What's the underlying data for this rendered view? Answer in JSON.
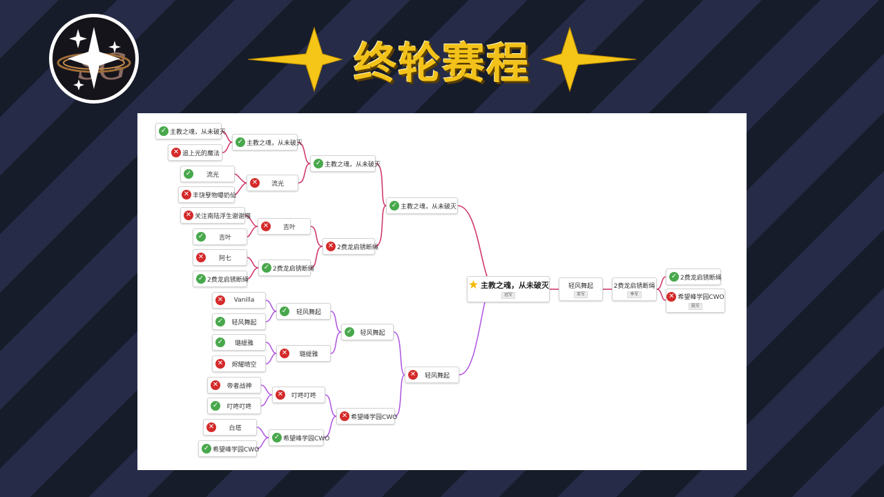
{
  "title": "终轮赛程",
  "colors": {
    "title": "#f3c21a",
    "win": "#48a84c",
    "lose": "#d42a2a",
    "upper_branch": "#d0386a",
    "lower_branch": "#b25ae0"
  },
  "icons": {
    "win": "check-circle-icon",
    "lose": "cross-circle-icon",
    "champion": "star-icon"
  },
  "bracket": {
    "upper": {
      "r1": [
        {
          "name": "主教之魂，从未破灭",
          "result": "win"
        },
        {
          "name": "追上光的魔法",
          "result": "lose"
        },
        {
          "name": "流光",
          "result": "win"
        },
        {
          "name": "丰饶孽物曝奶仙",
          "result": "lose"
        },
        {
          "name": "关注南陆浮生谢谢喵",
          "result": "lose"
        },
        {
          "name": "吉叶",
          "result": "win"
        },
        {
          "name": "阿七",
          "result": "lose"
        },
        {
          "name": "2费龙启锈断绳",
          "result": "win"
        }
      ],
      "r2": [
        {
          "name": "主教之魂，从未破灭",
          "result": "win"
        },
        {
          "name": "流光",
          "result": "lose"
        },
        {
          "name": "吉叶",
          "result": "lose"
        },
        {
          "name": "2费龙启锈断绳",
          "result": "win"
        }
      ],
      "r3": [
        {
          "name": "主教之魂，从未破灭",
          "result": "win"
        },
        {
          "name": "2费龙启锈断绳",
          "result": "lose"
        }
      ],
      "final": {
        "name": "主教之魂，从未破灭",
        "result": "win"
      }
    },
    "lower": {
      "r1": [
        {
          "name": "Vanilla",
          "result": "lose"
        },
        {
          "name": "轻风舞起",
          "result": "win"
        },
        {
          "name": "璐缇雅",
          "result": "win"
        },
        {
          "name": "烬耀晴空",
          "result": "lose"
        },
        {
          "name": "帝者战神",
          "result": "lose"
        },
        {
          "name": "叮咚叮咚",
          "result": "win"
        },
        {
          "name": "白塔",
          "result": "lose"
        },
        {
          "name": "希望峰学园CWO",
          "result": "win"
        }
      ],
      "r2": [
        {
          "name": "轻风舞起",
          "result": "win"
        },
        {
          "name": "璐缇雅",
          "result": "lose"
        },
        {
          "name": "叮咚叮咚",
          "result": "lose"
        },
        {
          "name": "希望峰学园CWO",
          "result": "win"
        }
      ],
      "r3": [
        {
          "name": "轻风舞起",
          "result": "win"
        },
        {
          "name": "希望峰学园CWO",
          "result": "lose"
        }
      ],
      "final": {
        "name": "轻风舞起",
        "result": "lose"
      }
    },
    "champion": {
      "name": "主教之魂，从未破灭",
      "tag": "冠军"
    },
    "runner_up": {
      "name": "轻风舞起",
      "tag": "亚军"
    },
    "third": {
      "name": "2费龙启锈断绳",
      "tag": "季军"
    },
    "third_match": [
      {
        "name": "2费龙启锈断绳",
        "result": "win"
      },
      {
        "name": "希望峰学园CWO",
        "result": "lose",
        "tag": "殿军"
      }
    ]
  }
}
